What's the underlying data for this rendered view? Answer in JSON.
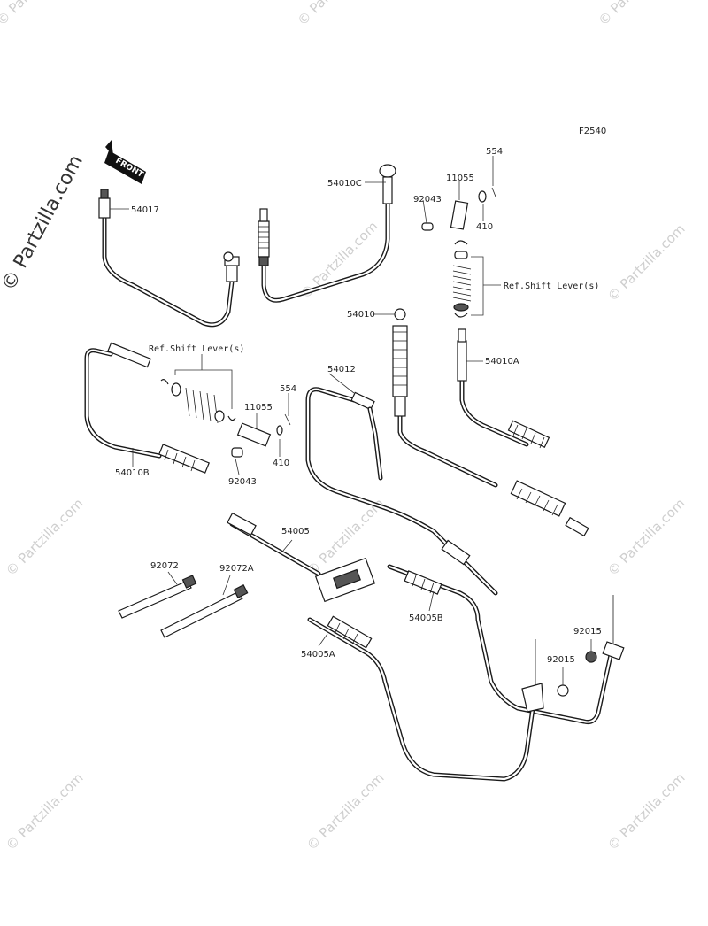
{
  "figure_code": "F2540",
  "watermark": {
    "big": "© Partzilla.com",
    "tile": "© Partzilla.com"
  },
  "front_tag": "FRONT",
  "parts": {
    "p54017": "54017",
    "p54010C": "54010C",
    "p11055_top": "11055",
    "p554_top": "554",
    "p92043_top": "92043",
    "p410_top": "410",
    "ref_shift_right": "Ref.Shift Lever(s)",
    "p54010": "54010",
    "p54010A": "54010A",
    "ref_shift_left": "Ref.Shift Lever(s)",
    "p11055_left": "11055",
    "p554_left": "554",
    "p54012": "54012",
    "p54010B": "54010B",
    "p410_left": "410",
    "p92043_left": "92043",
    "p54005": "54005",
    "p92072": "92072",
    "p92072A": "92072A",
    "p54005B": "54005B",
    "p92015_a": "92015",
    "p92015_b": "92015",
    "p54005A": "54005A"
  }
}
